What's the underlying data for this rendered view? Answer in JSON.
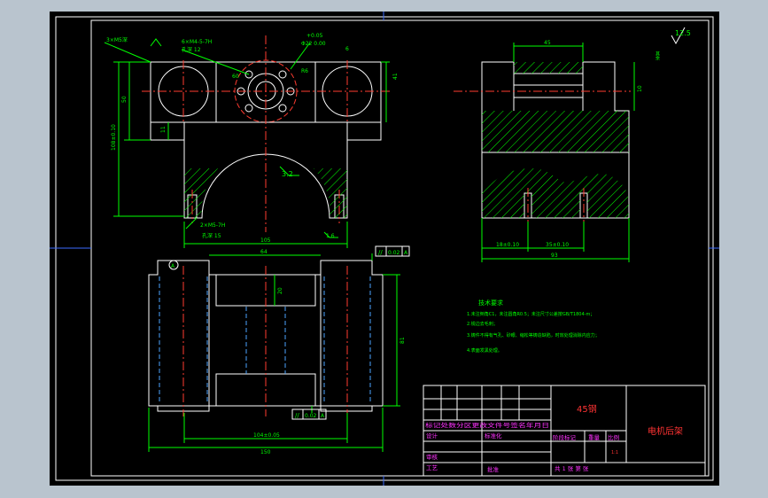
{
  "colors": {
    "desktop": "#b9c4ce",
    "sheet": "#000000",
    "frame": "#ffffff",
    "geometry": "#ffffff",
    "dimension": "#00ff00",
    "centerline": "#ff3b30",
    "hidden": "#4da3ff",
    "hatch": "#00ff00",
    "note": "#ff33ff",
    "title_text": "#ff3333"
  },
  "dims": {
    "thread_top_left": "3×M5深",
    "hole_callout_1": "6×M4-5-7H",
    "hole_callout_2": "孔深 12",
    "dia_tol": "+0.05",
    "dia_main": "Φ22 0.00",
    "r6": "R6",
    "sixty": "60",
    "six": "6",
    "fifty": "50",
    "eleven": "11",
    "height_total": "108±0.10",
    "forty_one": "41",
    "rough_32": "3.2",
    "rough_16": "1.6",
    "bottom_callout_1": "2×M5-7H",
    "bottom_callout_2": "孔深 15",
    "width_105": "105",
    "sixty_four": "64",
    "twenty": "20",
    "ht_81": "81",
    "width_104": "104±0.05",
    "width_150": "150",
    "forty_five": "45",
    "ten_right": "10",
    "dim_18": "18±0.10",
    "dim_35": "35±0.10",
    "dim_93": "93",
    "roughness_corner": "12.5",
    "roughness_corner_note": "其余",
    "par_top_sym": "//",
    "par_top_val": "0.02",
    "par_top_ref": "A",
    "par_bot_sym": "//",
    "par_bot_val": "0.02",
    "par_bot_ref": "A",
    "datum_a": "A"
  },
  "notes": {
    "heading": "技术要求",
    "line1": "1.未注倒角C1，未注圆角R0.5；未注尺寸公差按GB/T1804-m；",
    "line2": "2.锐边去毛刺；",
    "line3": "3.铸件不得有气孔、砂眼、缩松等铸造缺陷，时效处理消除内应力；",
    "line4": "4.表面发黑处理。"
  },
  "title_block": {
    "material": "45钢",
    "part_name": "电机后架",
    "row_a": "标记处数分区更改文件号签名年月日",
    "design": "设计",
    "standard": "标准化",
    "stage_mark": "阶段标记",
    "weight": "重量",
    "scale_label": "比例",
    "scale_value": "1:1",
    "review": "审核",
    "process": "工艺",
    "approve": "批准",
    "sheets": "共 1 张 第 张"
  }
}
